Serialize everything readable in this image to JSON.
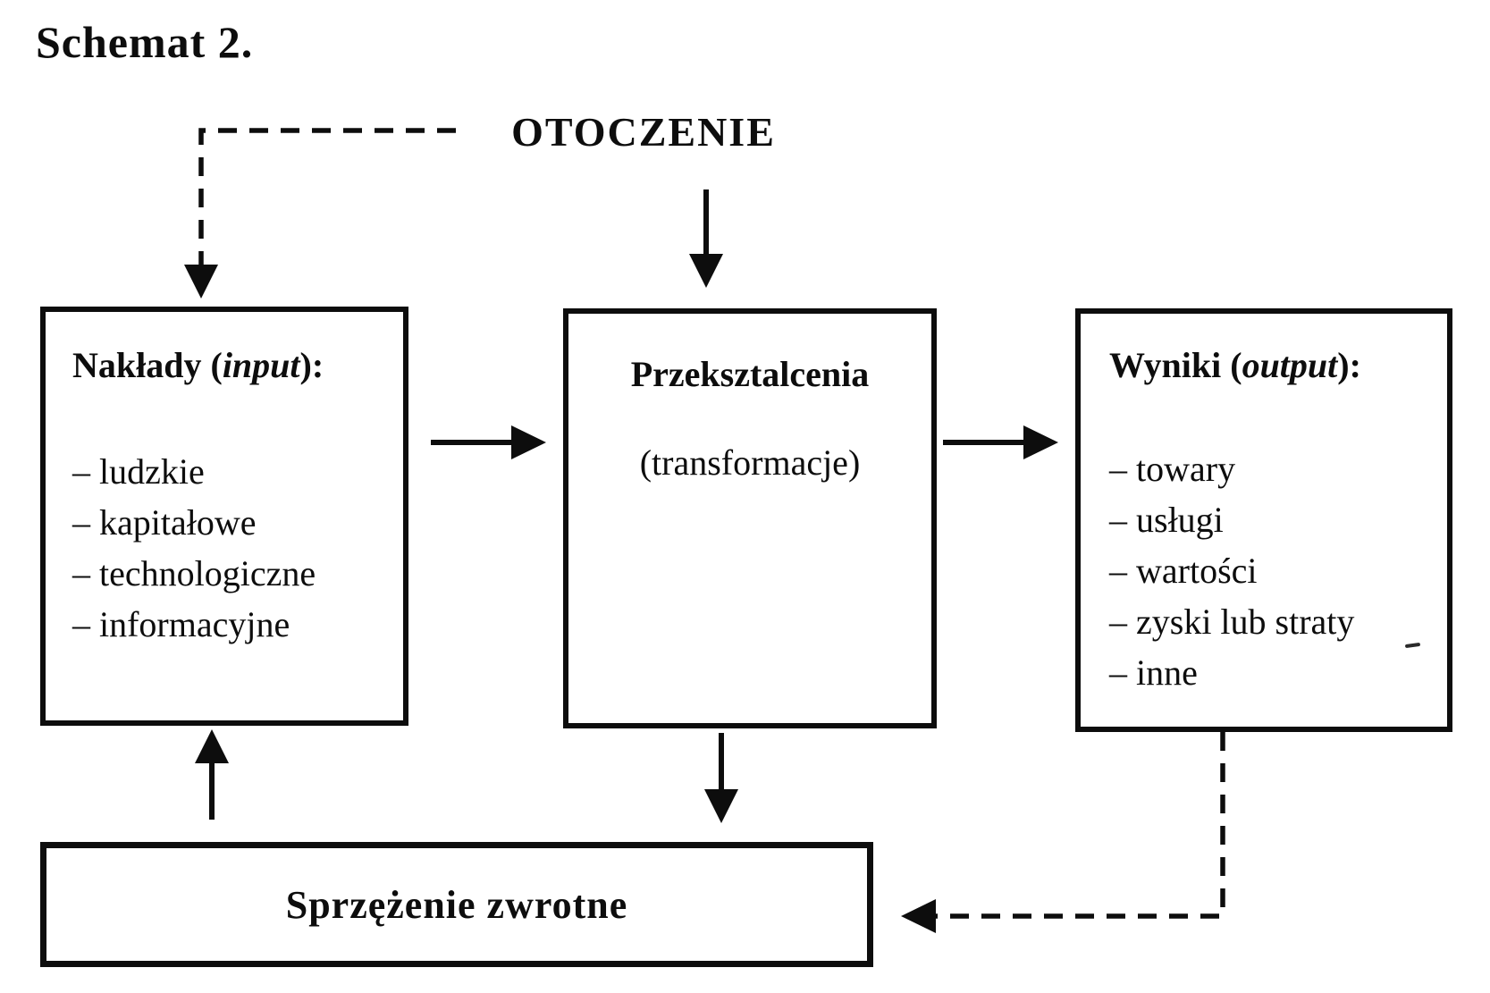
{
  "title": "Schemat 2.",
  "environment": {
    "label": "OTOCZENIE"
  },
  "boxes": {
    "inputs": {
      "heading_prefix": "Nakłady (",
      "heading_italic": "input",
      "heading_suffix": "):",
      "items": [
        "– ludzkie",
        "– kapitałowe",
        "– technologiczne",
        "– informacyjne"
      ]
    },
    "transformations": {
      "heading": "Przeksztalcenia",
      "subheading": "(transformacje)"
    },
    "outputs": {
      "heading_prefix": "Wyniki (",
      "heading_italic": "output",
      "heading_suffix": "):",
      "items": [
        "– towary",
        "– usługi",
        "– wartości",
        "– zyski lub straty",
        "– inne"
      ]
    },
    "feedback": {
      "label": "Sprzężenie zwrotne"
    }
  },
  "connections": [
    {
      "from": "environment",
      "to": "inputs",
      "style": "dashed",
      "direction": "down"
    },
    {
      "from": "environment",
      "to": "transformations",
      "style": "solid",
      "direction": "down"
    },
    {
      "from": "inputs",
      "to": "transformations",
      "style": "solid",
      "direction": "right"
    },
    {
      "from": "transformations",
      "to": "outputs",
      "style": "solid",
      "direction": "right"
    },
    {
      "from": "transformations",
      "to": "feedback",
      "style": "solid",
      "direction": "down"
    },
    {
      "from": "feedback",
      "to": "inputs",
      "style": "solid",
      "direction": "up"
    },
    {
      "from": "outputs",
      "to": "feedback",
      "style": "dashed",
      "direction": "left"
    }
  ],
  "colors": {
    "ink": "#0d0d0d",
    "background": "#ffffff"
  }
}
